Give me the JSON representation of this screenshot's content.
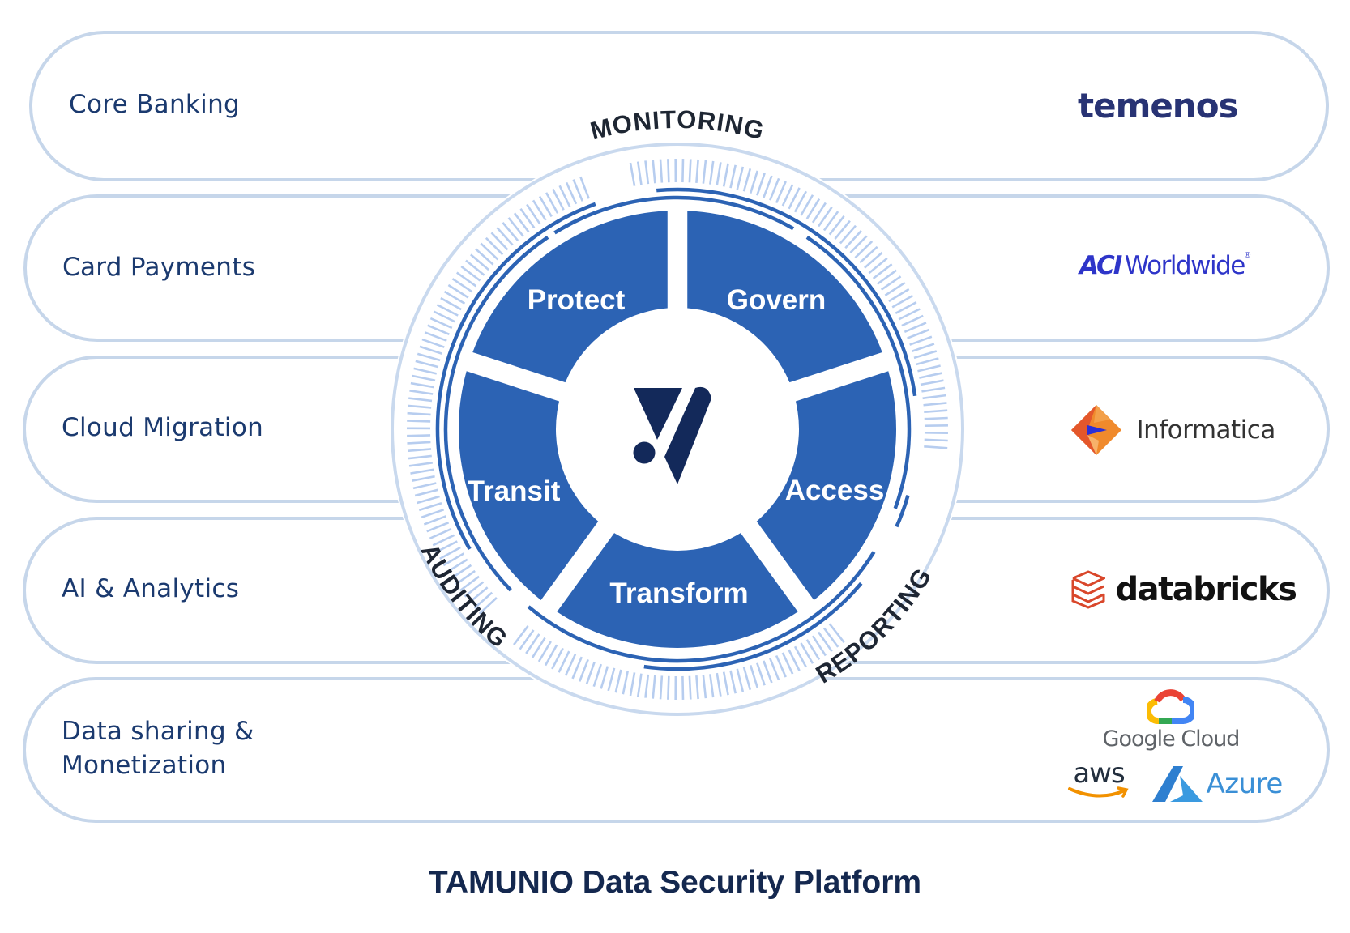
{
  "title": "TAMUNIO Data Security Platform",
  "colors": {
    "segment": "#2c63b4",
    "segment_text": "#ffffff",
    "arc": "#2c63b4",
    "tick": "#b7cdef",
    "outer_ring": "#c9d9ee",
    "logo": "#13295a",
    "ring_label": "#1e2633",
    "pill_border": "#c6d6ea",
    "pill_text": "#1b3a6f"
  },
  "use_cases": [
    {
      "label": "Core Banking"
    },
    {
      "label": "Card Payments"
    },
    {
      "label": "Cloud Migration"
    },
    {
      "label": "AI & Analytics"
    },
    {
      "label": "Data sharing &",
      "label_line2": "Monetization"
    }
  ],
  "partners": {
    "temenos": "temenos",
    "aci_mark": "ACI",
    "aci_word": "Worldwide",
    "aci_reg": "®",
    "informatica": "Informatica",
    "databricks": "databricks",
    "google_cloud": "Google Cloud",
    "aws": "aws",
    "azure": "Azure"
  },
  "wheel": {
    "center_logo": "tamunio-logo-icon",
    "segments": [
      {
        "label": "Govern"
      },
      {
        "label": "Access"
      },
      {
        "label": "Transform"
      },
      {
        "label": "Transit"
      },
      {
        "label": "Protect"
      }
    ],
    "ring_labels": [
      "MONITORING",
      "REPORTING",
      "AUDITING"
    ]
  }
}
